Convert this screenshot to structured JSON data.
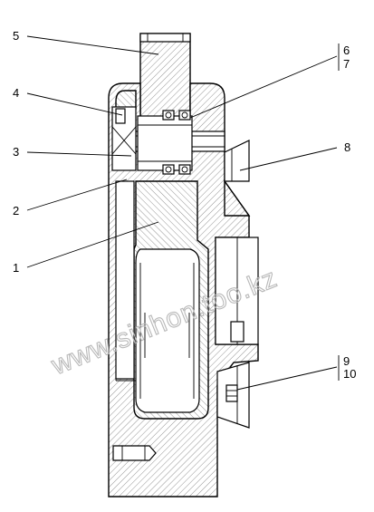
{
  "callouts": {
    "c1": "1",
    "c2": "2",
    "c3": "3",
    "c4": "4",
    "c5": "5",
    "c6": "6",
    "c7": "7",
    "c8": "8",
    "c9": "9",
    "c10": "10"
  },
  "watermark": "www.sinhon.too.kz"
}
